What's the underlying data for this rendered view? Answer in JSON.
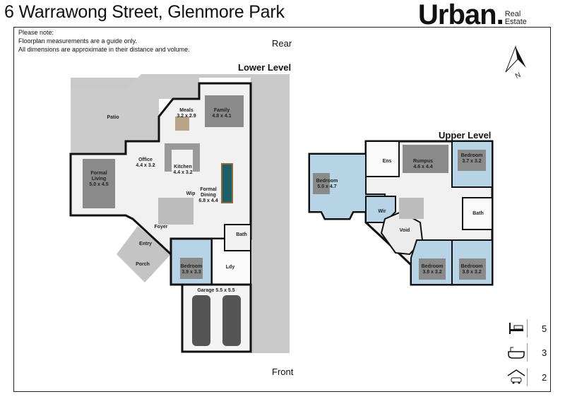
{
  "header": {
    "title": "6 Warrawong Street, Glenmore Park",
    "logo_word": "Urban.",
    "logo_sub1": "Real",
    "logo_sub2": "Estate"
  },
  "note": [
    "Please note:",
    "Floorplan measurements are a guide only.",
    "All dimensions are approximate in their distance and volume."
  ],
  "orientation": {
    "rear": "Rear",
    "front": "Front",
    "north": "N"
  },
  "lower": {
    "title": "Lower Level",
    "rooms": {
      "patio": "Patio",
      "meals": "Meals",
      "meals_dim": "3.2 x 2.9",
      "family": "Family",
      "family_dim": "4.8 x 4.1",
      "office": "Office",
      "office_dim": "4.4 x 3.2",
      "kitchen": "Kitchen",
      "kitchen_dim": "4.4 x 3.2",
      "living1": "Formal",
      "living2": "Living",
      "living_dim": "5.0 x 4.5",
      "wip": "Wip",
      "dining1": "Formal",
      "dining2": "Dining",
      "dining_dim": "6.8 x 4.4",
      "foyer": "Foyer",
      "entry": "Entry",
      "porch": "Porch",
      "bath": "Bath",
      "bedroom": "Bedroom",
      "bedroom_dim": "3.9 x 3.3",
      "ldy": "Ldy",
      "garage": "Garage 5.5 x 5.5"
    }
  },
  "upper": {
    "title": "Upper Level",
    "rooms": {
      "bed1": "Bedroom",
      "bed1_dim": "5.0 x 4.7",
      "ens": "Ens",
      "rumpus": "Rumpus",
      "rumpus_dim": "4.6 x 4.4",
      "bed2": "Bedroom",
      "bed2_dim": "3.7 x 3.2",
      "wir": "Wir",
      "void": "Void",
      "bath": "Bath",
      "bed3": "Bedroom",
      "bed3_dim": "3.8 x 3.2",
      "bed4": "Bedroom",
      "bed4_dim": "3.8 x 3.2"
    }
  },
  "features": {
    "bedrooms": "5",
    "bathrooms": "3",
    "cars": "2"
  }
}
